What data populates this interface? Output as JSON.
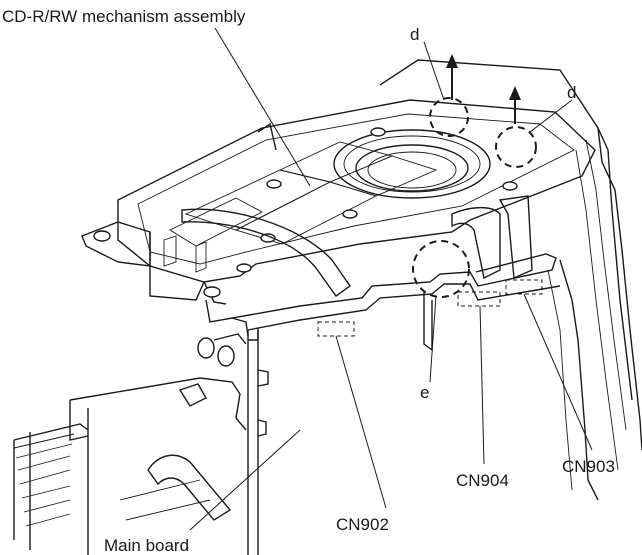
{
  "labels": {
    "mechanism": "CD-R/RW mechanism assembly",
    "d_left": "d",
    "d_right": "d",
    "e": "e",
    "cn902": "CN902",
    "cn903": "CN903",
    "cn904": "CN904",
    "main_board": "Main board"
  },
  "icons": [
    "arrow-up-icon",
    "circle-callout-icon",
    "connector-outline-icon"
  ],
  "colors": {
    "ink": "#1a1a1a",
    "background": "#ffffff"
  }
}
